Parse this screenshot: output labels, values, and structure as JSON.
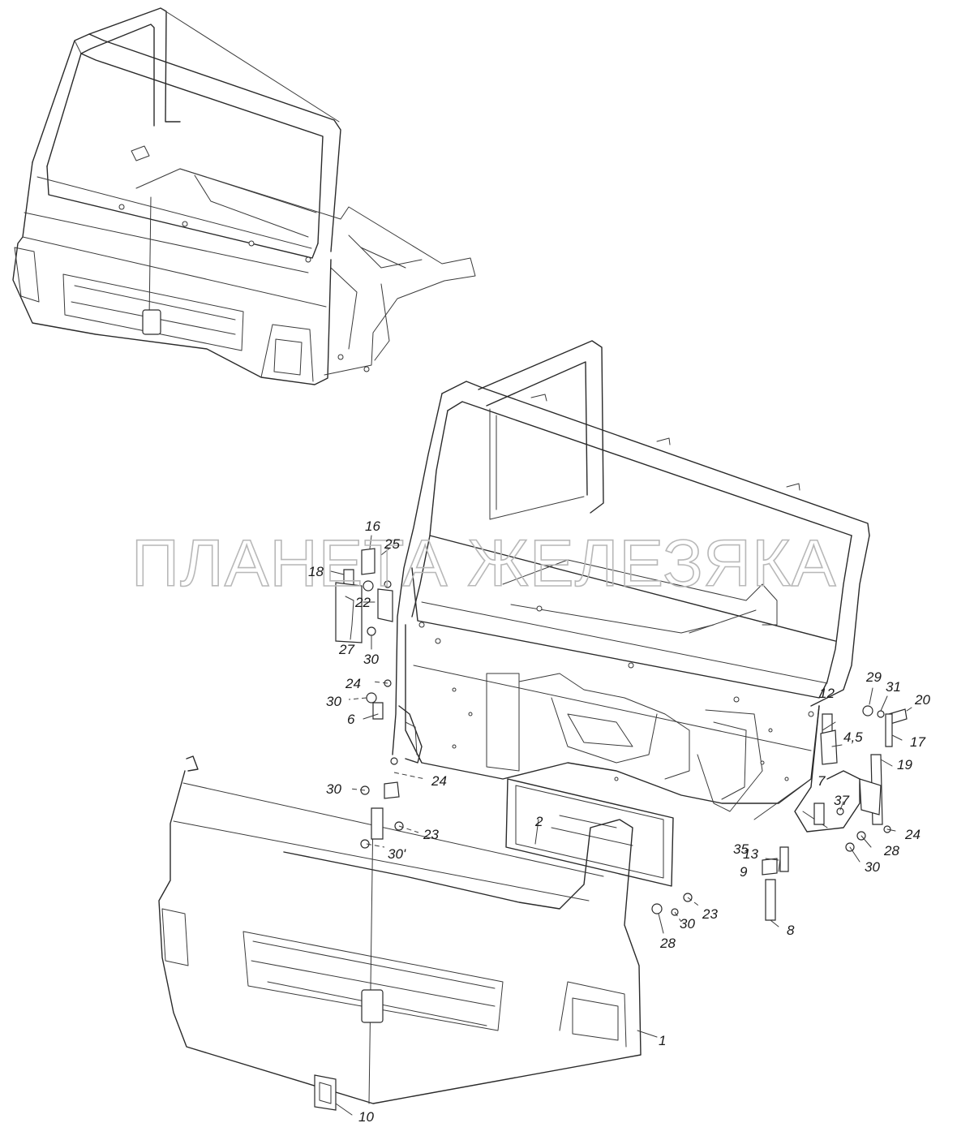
{
  "watermark": "ПЛАНЕТА ЖЕЛЕЗЯКА",
  "labels": {
    "l1": "1",
    "l2": "2",
    "l4_5": "4,5",
    "l6": "6",
    "l7": "7",
    "l8": "8",
    "l9": "9",
    "l10": "10",
    "l12": "12",
    "l13": "13",
    "l16": "16",
    "l17": "17",
    "l18": "18",
    "l19": "19",
    "l20": "20",
    "l22": "22",
    "l23a": "23",
    "l23b": "23",
    "l24a": "24",
    "l24b": "24",
    "l24c": "24",
    "l25": "25",
    "l27": "27",
    "l28a": "28",
    "l28b": "28",
    "l29": "29",
    "l30a": "30",
    "l30b": "30",
    "l30c": "30",
    "l30d": "30'",
    "l30e": "30",
    "l30f": "30",
    "l31": "31",
    "l35": "35",
    "l37": "37"
  }
}
